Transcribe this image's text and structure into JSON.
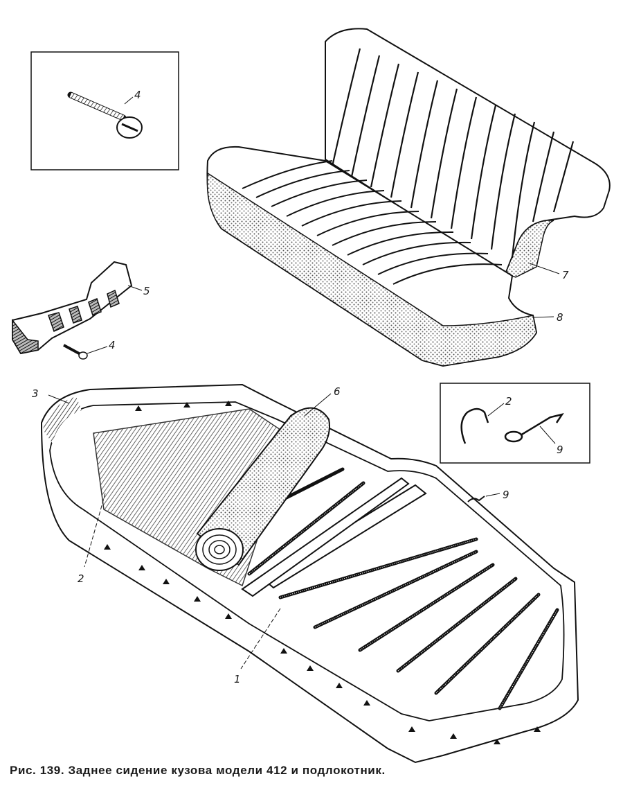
{
  "labels": {
    "bolt_top": "4",
    "armrest": "5",
    "bolt_armrest": "4",
    "frame": "3",
    "roll": "6",
    "backrest": "7",
    "cushion": "8",
    "hook_inset": "2",
    "spring_inset": "9",
    "spring_frame": "9",
    "hook_frame": "2",
    "spring_rows": "1"
  },
  "caption": "Рис. 139. Заднее сидение кузова модели 412 и подлокотник."
}
